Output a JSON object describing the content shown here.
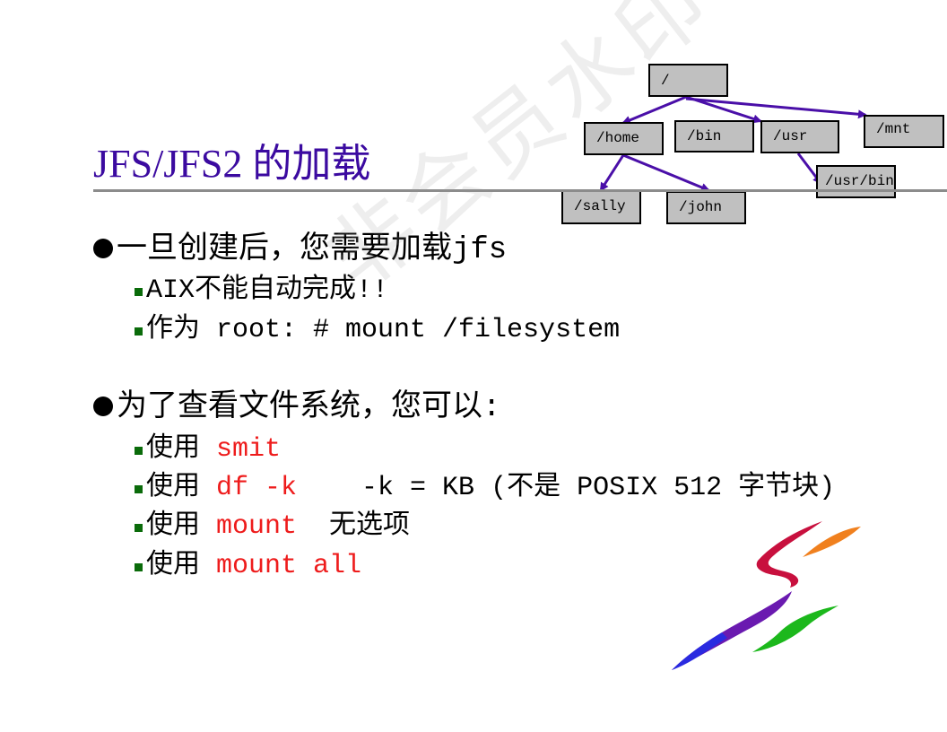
{
  "title": "JFS/JFS2 的加载",
  "tree": {
    "nodes": {
      "root": "/",
      "home": "/home",
      "bin": "/bin",
      "usr": "/usr",
      "mnt": "/mnt",
      "usr_bin": "/usr/bin",
      "sally": "/sally",
      "john": "/john"
    }
  },
  "bullets": [
    {
      "text": "一旦创建后，您需要加载jfs",
      "subitems": [
        {
          "text": "AIX不能自动完成!!"
        },
        {
          "text": "作为 root: # mount /filesystem"
        }
      ]
    },
    {
      "text": "为了查看文件系统，您可以:",
      "subitems": [
        {
          "prefix": "使用 ",
          "command": "smit",
          "suffix": ""
        },
        {
          "prefix": "使用 ",
          "command": "df -k",
          "suffix": "    -k = KB (不是 POSIX 512 字节块)"
        },
        {
          "prefix": "使用 ",
          "command": "mount",
          "suffix": "  无选项"
        },
        {
          "prefix": "使用 ",
          "command": "mount all",
          "suffix": ""
        }
      ]
    }
  ],
  "watermark": "非会员水印",
  "colors": {
    "title": "#3b0aa0",
    "command": "#ee1c1c",
    "tree_arrow": "#4a0fa8",
    "node_fill": "#c0c0c0",
    "sub_bullet": "#0a6b0a"
  }
}
